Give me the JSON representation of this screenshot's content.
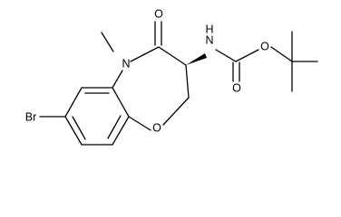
{
  "molecule": {
    "atoms": {
      "br": "Br",
      "o_ring": "O",
      "n_ring": "N",
      "o_carbonyl": "O",
      "n_amide": "N",
      "h_amide": "H",
      "o_carbamate_double": "O",
      "o_carbamate_single": "O"
    }
  }
}
